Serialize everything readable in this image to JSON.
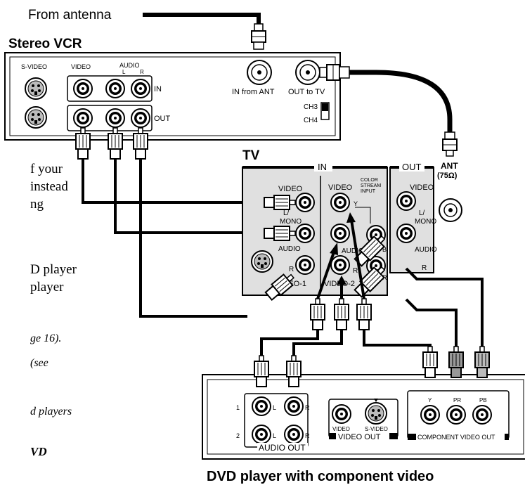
{
  "top": {
    "from_antenna": "From antenna"
  },
  "vcr": {
    "title": "Stereo VCR",
    "s_video": "S-VIDEO",
    "video": "VIDEO",
    "audio": "AUDIO",
    "l": "L",
    "r": "R",
    "in": "IN",
    "out": "OUT",
    "in_from_ant": "IN from ANT",
    "out_to_tv": "OUT to TV",
    "ch3": "CH3",
    "ch4": "CH4"
  },
  "tv": {
    "title": "TV",
    "in": "IN",
    "out": "OUT",
    "video": "VIDEO",
    "video_col2": "VIDEO",
    "color_stream_1": "COLOR",
    "color_stream_2": "STREAM",
    "color_stream_3": "INPUT",
    "y": "Y",
    "l_mono_1": "L/",
    "l_mono_2": "MONO",
    "audio": "AUDIO",
    "audio_col2": "AUDIO",
    "r": "R",
    "r_col2": "R",
    "pb": "PB",
    "pr": "PR",
    "video_1": "VIDEO-1",
    "video_2": "VIDEO-2",
    "out_video": "VIDEO",
    "out_l_mono_1": "L/",
    "out_l_mono_2": "MONO",
    "out_audio": "AUDIO",
    "out_r": "R",
    "ant": "ANT",
    "ant_ohm": "(75Ω)"
  },
  "dvd": {
    "title": "DVD player with component video",
    "audio_out": "AUDIO OUT",
    "video_out": "VIDEO OUT",
    "component_video_out": "COMPONENT VIDEO OUT",
    "video": "VIDEO",
    "s_video": "S-VIDEO",
    "l": "L",
    "r": "R",
    "row1": "1",
    "row2": "2",
    "y": "Y",
    "pr": "PR",
    "pb": "PB"
  },
  "side_text": {
    "line1": "f your",
    "line2": "instead",
    "line3": "ng",
    "line4": "D player",
    "line5": "player",
    "line6": "ge 16).",
    "line7": "(see",
    "line8": "d players",
    "line9": "VD"
  }
}
